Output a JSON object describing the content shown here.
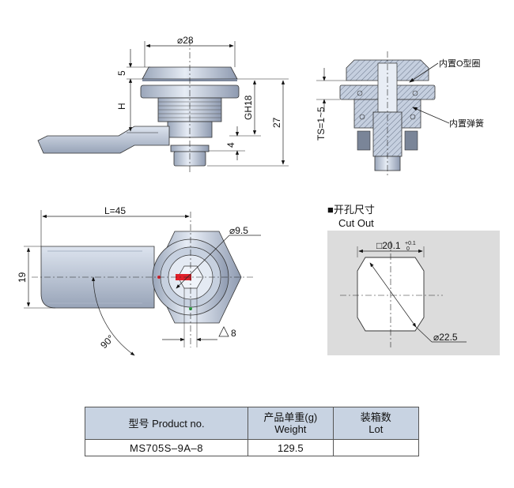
{
  "dimensions": {
    "dia28": "⌀28",
    "h5": "5",
    "hH": "H",
    "gh18": "GH18",
    "h27": "27",
    "h4": "4",
    "ts": "TS=1~5",
    "l45": "L=45",
    "dia9_5": "⌀9.5",
    "w19": "19",
    "angle": "90°",
    "tri8": "8",
    "sq": "□20.1",
    "tol_up": "+0.1",
    "tol_lo": "0",
    "dia22_5": "⌀22.5"
  },
  "notes": {
    "oring": "内置O型圈",
    "spring": "内置弹簧"
  },
  "cutout": {
    "title_cn": "■开孔尺寸",
    "title_en": "Cut Out"
  },
  "table": {
    "headers": [
      {
        "cn": "型号 Product no.",
        "en": ""
      },
      {
        "cn": "产品单重(g)",
        "en": "Weight"
      },
      {
        "cn": "装箱数",
        "en": "Lot"
      }
    ],
    "row": {
      "product": "MS705S–9A–8",
      "weight": "129.5",
      "lot": ""
    }
  },
  "colors": {
    "metal": "#cfd8e6",
    "metal_dark": "#8a96aa",
    "key_red": "#e0202a",
    "cut_bg": "#dcdcdc",
    "table_head": "#c8d3e2"
  }
}
